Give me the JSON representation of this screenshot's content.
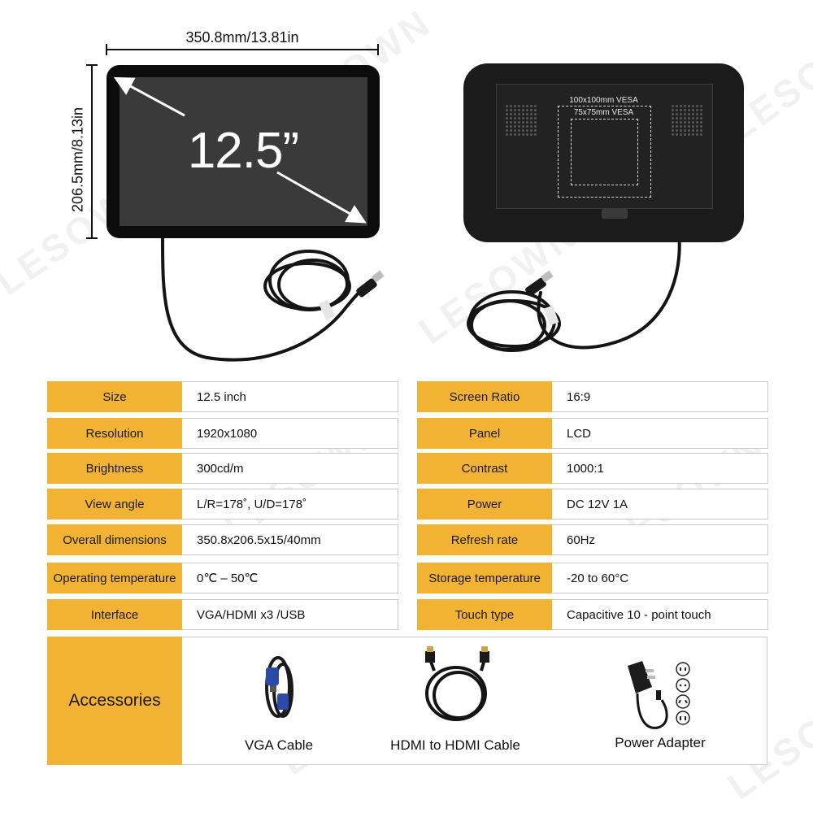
{
  "dimensions": {
    "width_label": "350.8mm/13.81in",
    "height_label": "206.5mm/8.13in",
    "diagonal_label": "12.5”"
  },
  "back_view": {
    "vesa_large": "100x100mm VESA",
    "vesa_small": "75x75mm VESA"
  },
  "specs": {
    "left": [
      {
        "label": "Size",
        "value": "12.5 inch"
      },
      {
        "label": "Resolution",
        "value": "1920x1080"
      },
      {
        "label": "Brightness",
        "value": "300cd/m"
      },
      {
        "label": "View angle",
        "value": "L/R=178˚, U/D=178˚"
      },
      {
        "label": "Overall dimensions",
        "value": "350.8x206.5x15/40mm"
      },
      {
        "label": "Operating temperature",
        "value": "0℃ – 50℃"
      },
      {
        "label": "Interface",
        "value": "VGA/HDMI x3 /USB"
      }
    ],
    "right": [
      {
        "label": "Screen Ratio",
        "value": "16:9"
      },
      {
        "label": "Panel",
        "value": "LCD"
      },
      {
        "label": "Contrast",
        "value": "1000:1"
      },
      {
        "label": "Power",
        "value": "DC 12V 1A"
      },
      {
        "label": "Refresh rate",
        "value": "60Hz"
      },
      {
        "label": "Storage temperature",
        "value": "-20 to 60°C"
      },
      {
        "label": "Touch type",
        "value": "Capacitive 10 - point touch"
      }
    ]
  },
  "accessories": {
    "label": "Accessories",
    "items": [
      "VGA Cable",
      "HDMI to HDMI Cable",
      "Power Adapter"
    ]
  },
  "watermark": "LESOWN",
  "colors": {
    "label_fill": "#f2b334",
    "border": "#c9c9c9"
  }
}
